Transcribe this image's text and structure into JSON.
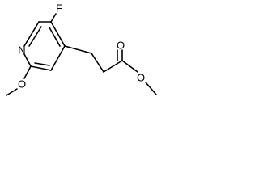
{
  "molecule": {
    "atoms": {
      "fluorine": "F",
      "ring_nitrogen": "N",
      "methoxy_oxygen": "O",
      "carbonyl_oxygen": "O",
      "ester_oxygen": "O"
    }
  },
  "colors": {
    "bond": "#000000",
    "label": "#000000",
    "background": "#ffffff"
  }
}
